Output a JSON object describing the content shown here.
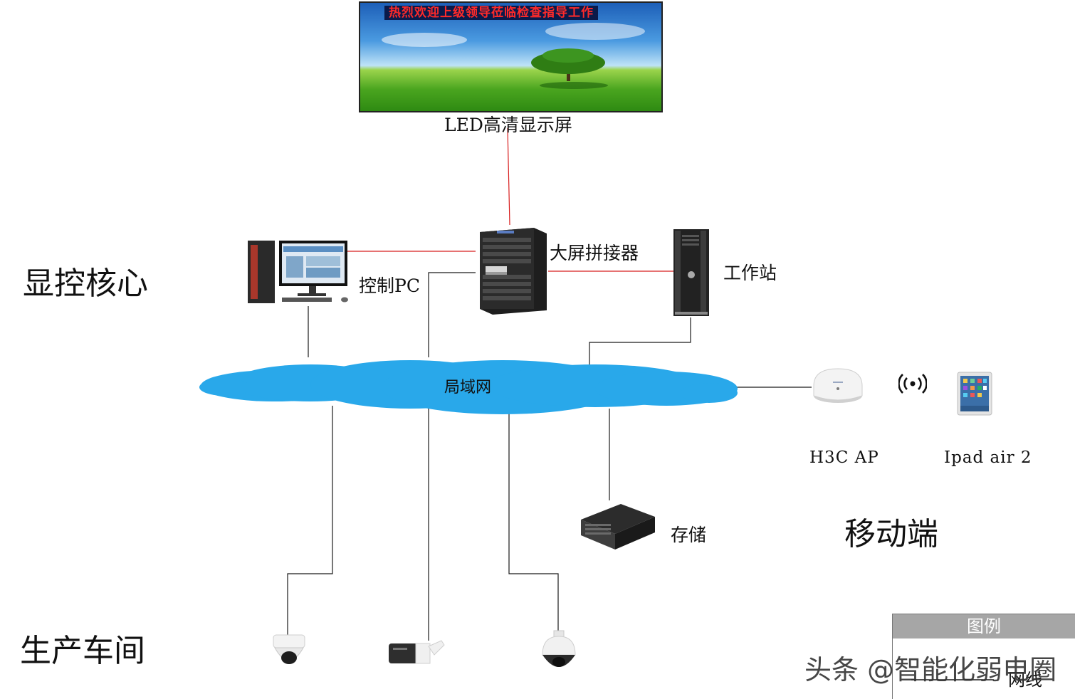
{
  "led": {
    "banner": "热烈欢迎上级领导莅临检查指导工作",
    "label": "LED高清显示屏"
  },
  "zones": {
    "core": "显控核心",
    "workshop": "生产车间",
    "mobile": "移动端"
  },
  "nodes": {
    "controller": "大屏拼接器",
    "control_pc": "控制PC",
    "workstation": "工作站",
    "lan": "局域网",
    "storage": "存储",
    "ap": "H3C AP",
    "ipad": "Ipad air 2"
  },
  "legend": {
    "title": "图例",
    "item": "网线"
  },
  "watermark": "头条 @智能化弱电圈",
  "colors": {
    "video_link": "#d81e1e",
    "network_link": "#1a1a1a",
    "cloud": "#29a8ea"
  }
}
